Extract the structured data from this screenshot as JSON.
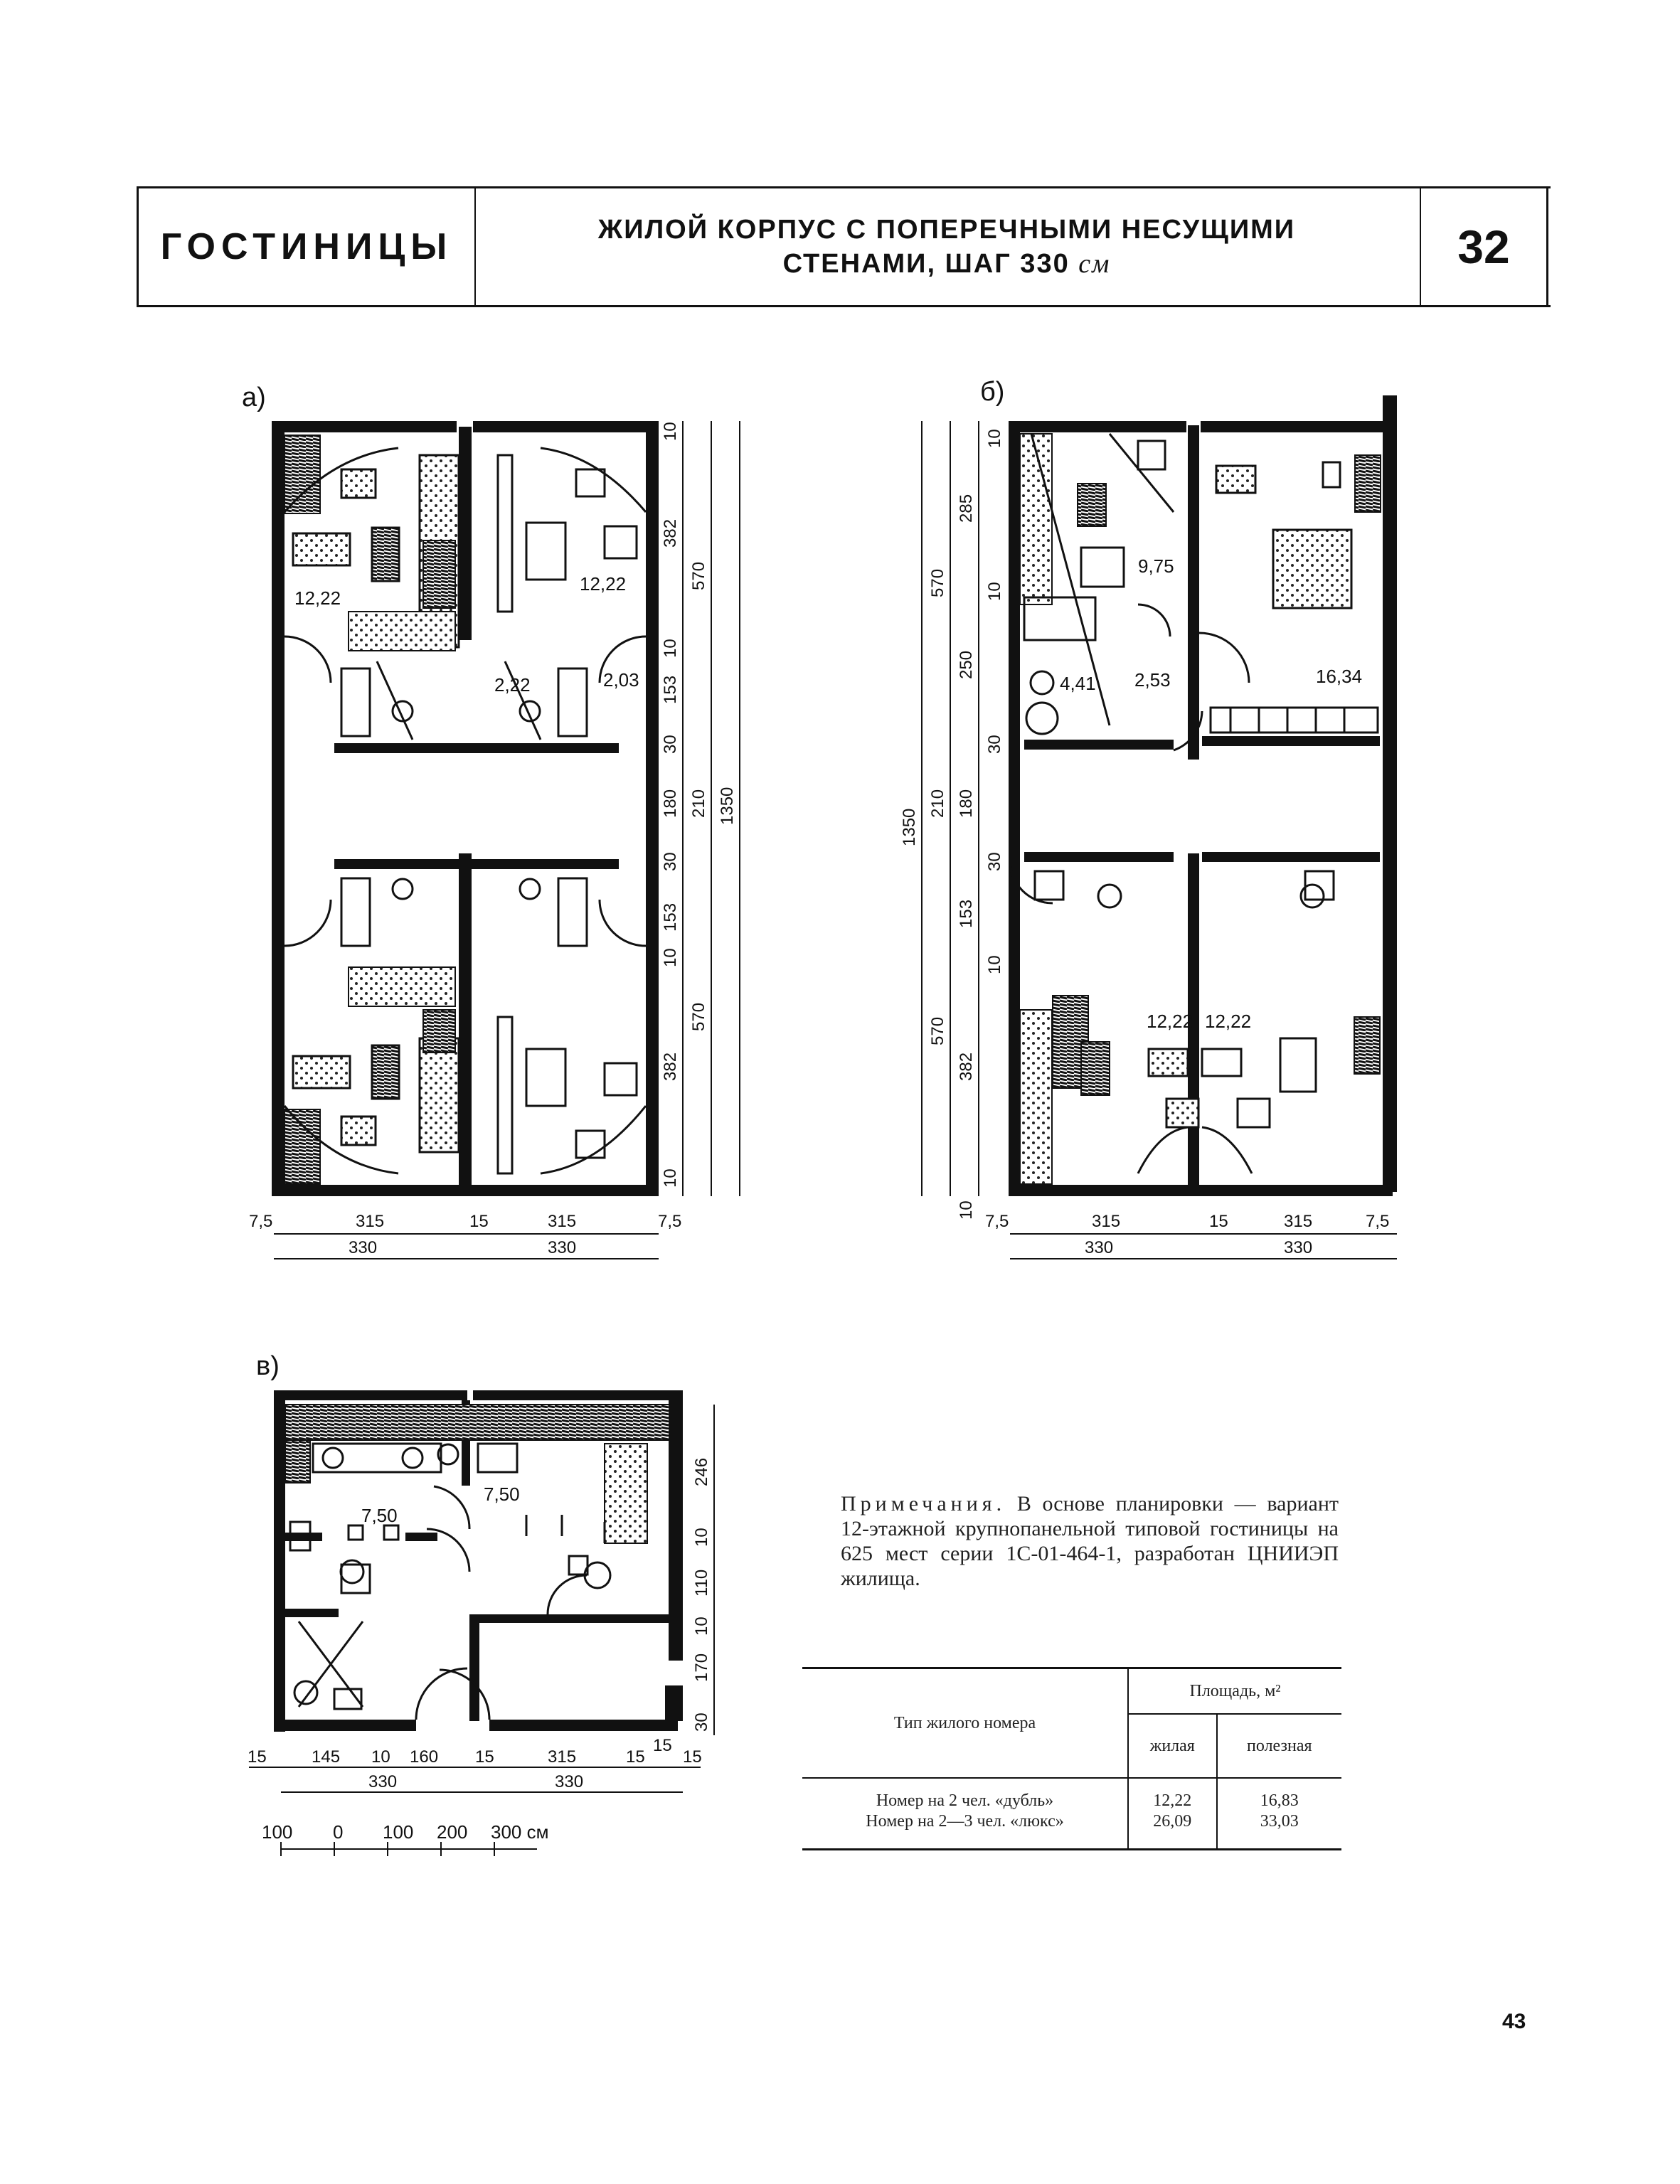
{
  "header": {
    "section": "ГОСТИНИЦЫ",
    "title_line1": "ЖИЛОЙ КОРПУС С ПОПЕРЕЧНЫМИ НЕСУЩИМИ",
    "title_line2": "СТЕНАМИ, ШАГ 330",
    "title_unit": "см",
    "page_code": "32"
  },
  "plans": {
    "a": {
      "label": "а)",
      "areas": [
        "12,22",
        "12,22",
        "2,22",
        "2,03"
      ],
      "dims_right": [
        "10",
        "382",
        "570",
        "10",
        "153",
        "30",
        "180",
        "210",
        "1350",
        "30",
        "153",
        "10",
        "382",
        "570",
        "10"
      ],
      "dims_bottom": [
        "7,5",
        "315",
        "15",
        "315",
        "7,5",
        "330",
        "330"
      ]
    },
    "b": {
      "label": "б)",
      "areas": [
        "9,75",
        "4,41",
        "2,53",
        "16,34",
        "12,22",
        "12,22"
      ],
      "dims_left": [
        "10",
        "285",
        "570",
        "10",
        "250",
        "30",
        "1350",
        "210",
        "180",
        "30",
        "153",
        "10",
        "570",
        "382",
        "10"
      ],
      "dims_bottom": [
        "7,5",
        "315",
        "15",
        "315",
        "7,5",
        "330",
        "330"
      ]
    },
    "c": {
      "label": "в)",
      "areas": [
        "7,50",
        "7,50"
      ],
      "dims_right": [
        "246",
        "10",
        "110",
        "10",
        "170",
        "30"
      ],
      "dims_bottom": [
        "15",
        "145",
        "10",
        "160",
        "15",
        "315",
        "15",
        "15",
        "15",
        "330",
        "330"
      ],
      "scale": [
        "100",
        "0",
        "100",
        "200",
        "300 см"
      ]
    }
  },
  "note": {
    "lead": "Примечания.",
    "text": "В основе планировки — вариант 12-этажной крупнопанельной типовой гостиницы на 625 мест серии 1С-01-464-1, разработан ЦНИИЭП жилища."
  },
  "table": {
    "col_type": "Тип жилого номера",
    "col_area": "Площадь, м²",
    "col_living": "жилая",
    "col_useful": "полезная",
    "rows": [
      {
        "type": "Номер на 2 чел. «дубль»",
        "living": "12,22",
        "useful": "16,83"
      },
      {
        "type": "Номер на 2—3 чел. «люкс»",
        "living": "26,09",
        "useful": "33,03"
      }
    ]
  },
  "page_number": "43"
}
